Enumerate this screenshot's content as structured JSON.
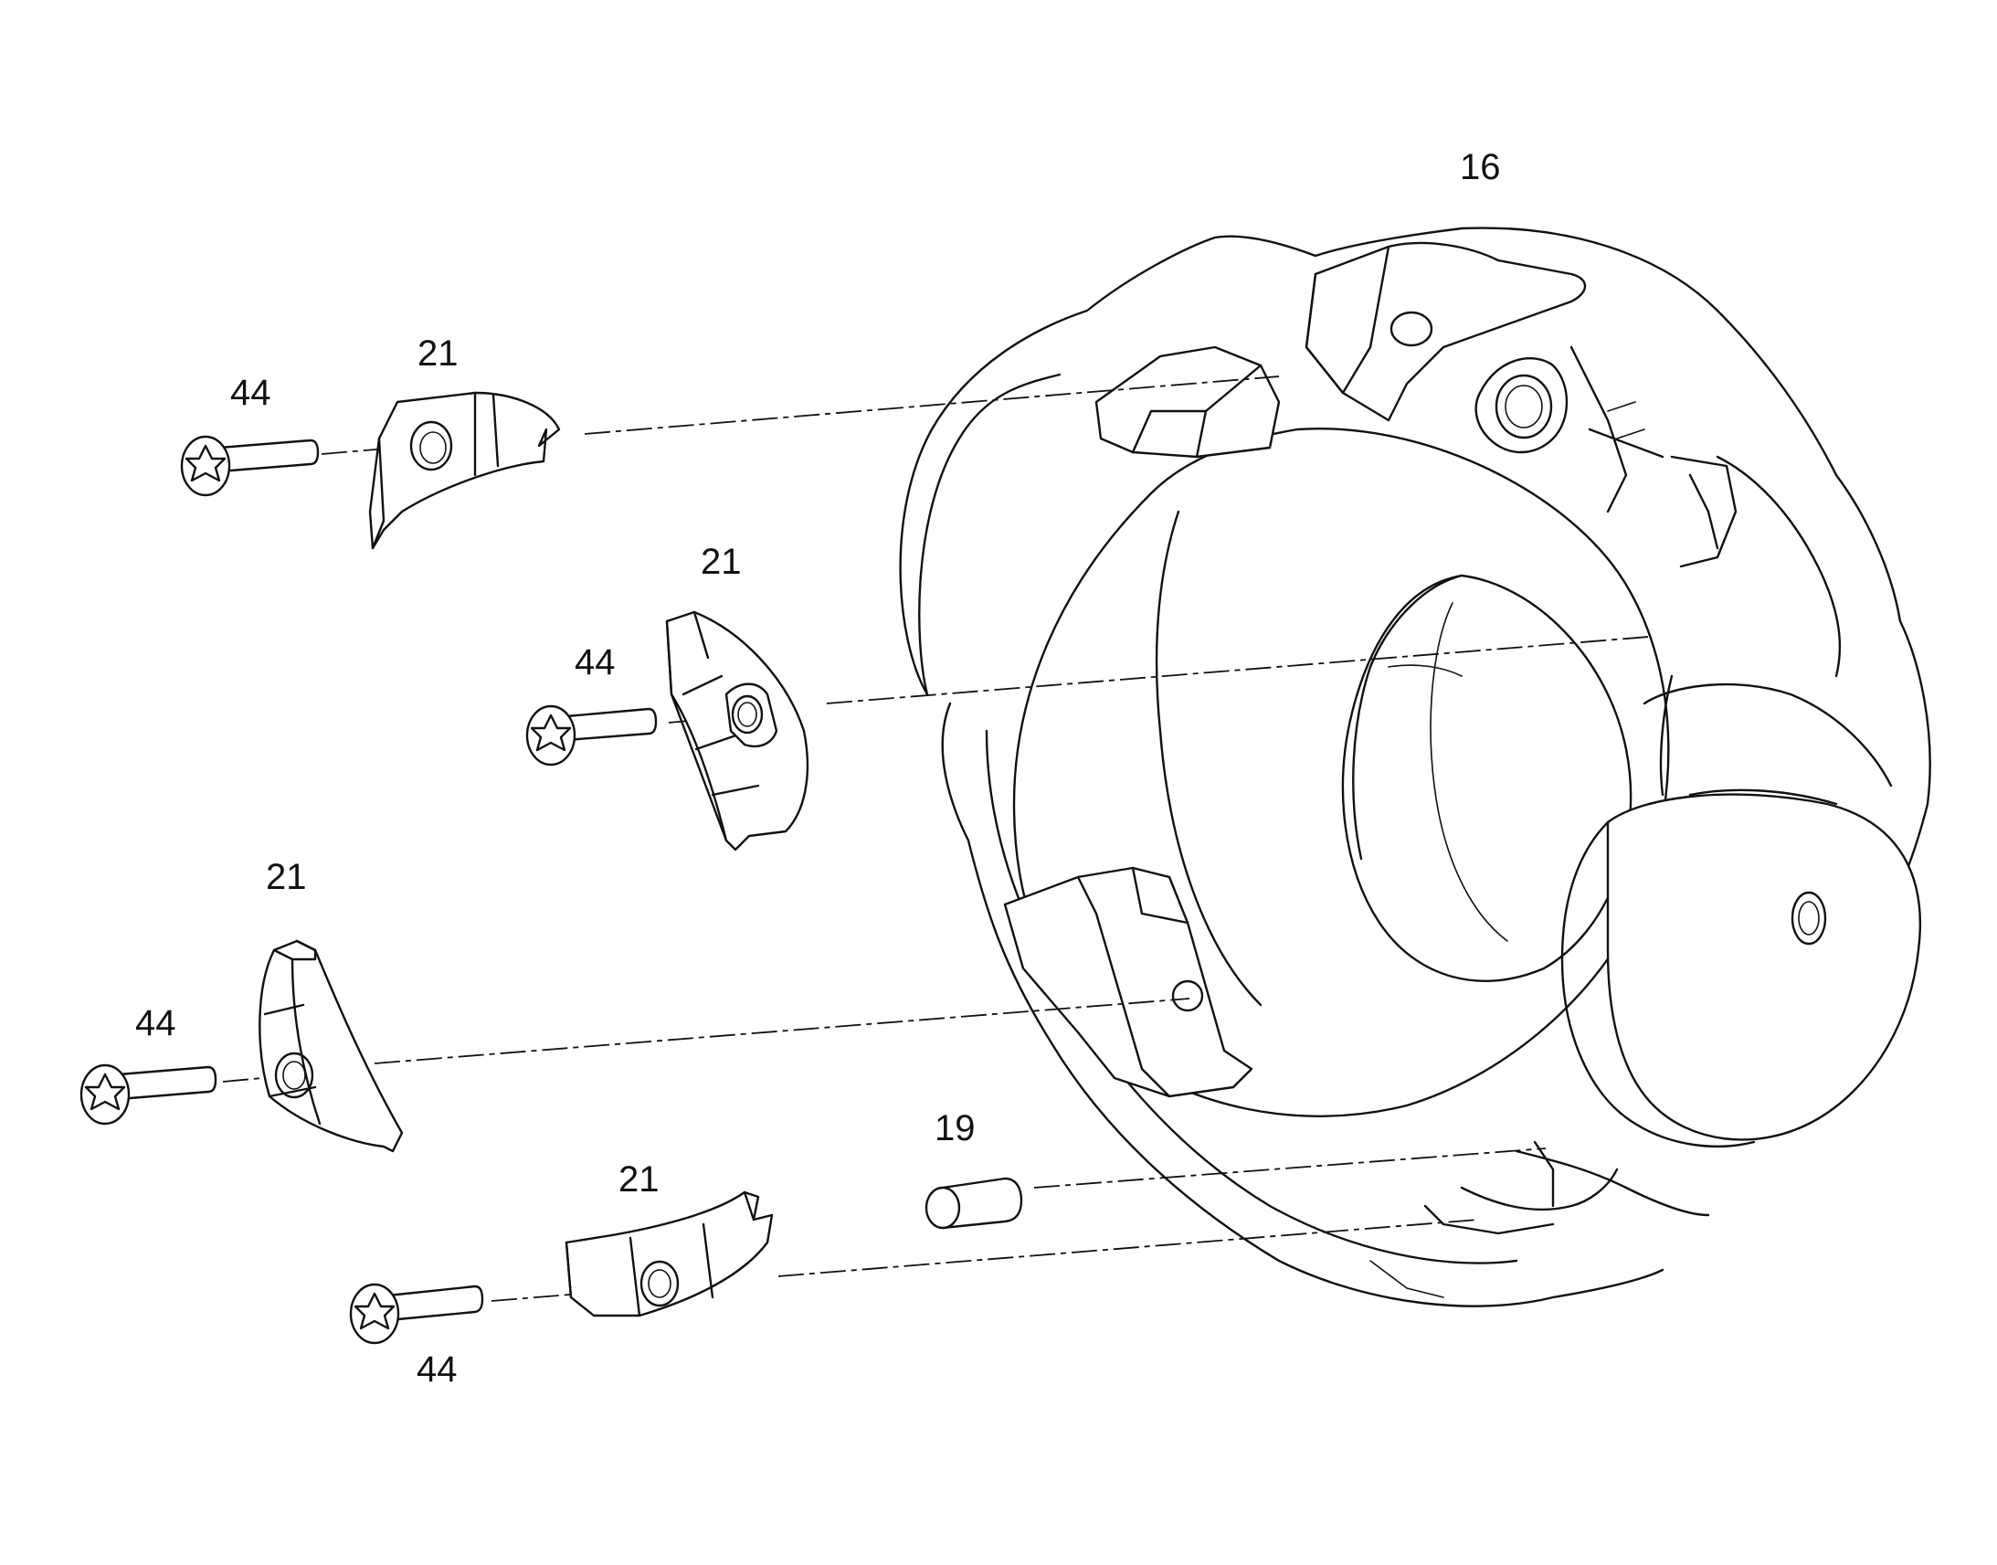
{
  "figure": {
    "labels": {
      "housing": "16",
      "pin": "19",
      "segment_1": "21",
      "segment_2": "21",
      "segment_3": "21",
      "segment_4": "21",
      "screw_1": "44",
      "screw_2": "44",
      "screw_3": "44",
      "screw_4": "44"
    },
    "colors": {
      "line": "#111111",
      "background": "#ffffff"
    },
    "icons": {
      "screw_head": "torx-screw-icon"
    }
  }
}
